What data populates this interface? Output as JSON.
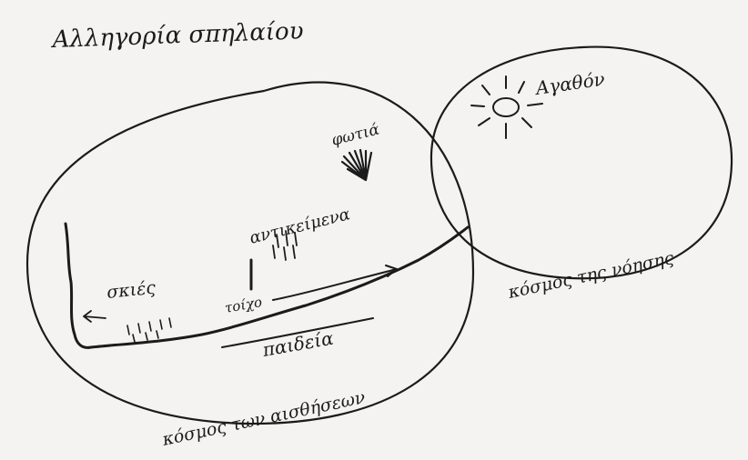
{
  "title": "Αλληγορία σπηλαίου",
  "labels": {
    "good": "Αγαθόν",
    "fire": "φωτιά",
    "objects": "αντικείμενα",
    "shadows": "σκιές",
    "wall": "τοίχο",
    "education": "παιδεία",
    "sensible_world": "κόσμος των αισθήσεων",
    "intelligible_world": "κόσμος της νόησης"
  }
}
